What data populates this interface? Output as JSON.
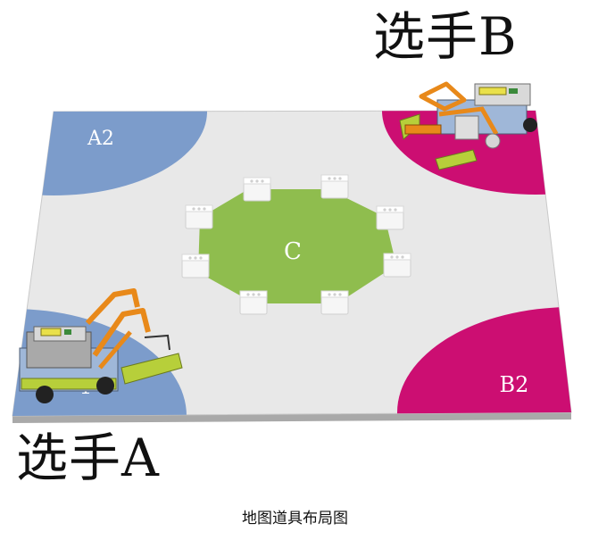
{
  "player_b_label": "选手B",
  "player_a_label": "选手A",
  "caption": "地图道具布局图",
  "zones": {
    "a2": "A2",
    "b2": "B2",
    "a1": "1",
    "center": "C"
  },
  "colors": {
    "mat": "#e8e8e8",
    "mat_edge": "#b9b9b9",
    "zone_a": "#7c9ccb",
    "zone_b": "#cc0e72",
    "center": "#8fbd4e",
    "block": "#f6f6f6"
  },
  "icons": [
    "robot-b-icon",
    "robot-a-icon",
    "brick-block-icon"
  ]
}
